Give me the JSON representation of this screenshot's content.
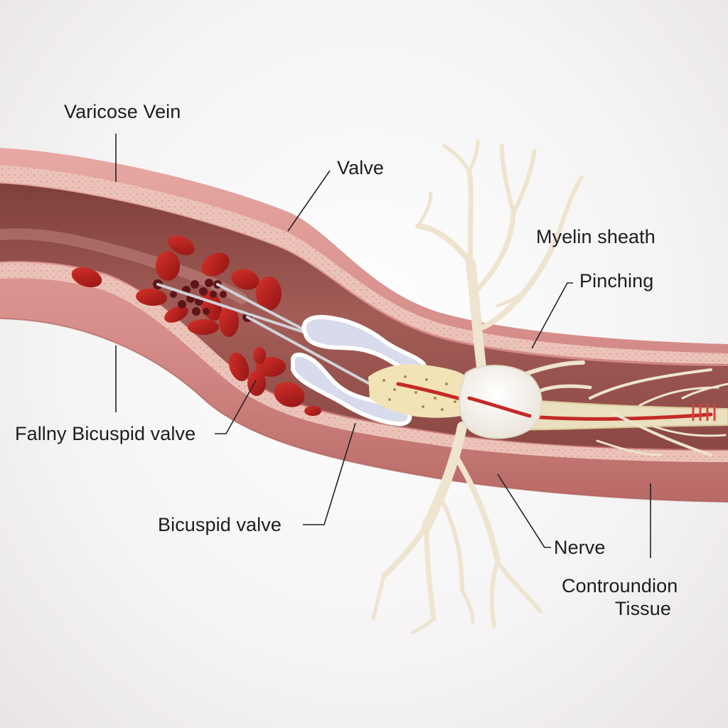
{
  "labels": {
    "varicose_vein": "Varicose Vein",
    "valve": "Valve",
    "myelin_sheath": "Myelin sheath",
    "pinching": "Pinching",
    "faulty_bicuspid_valve": "Fallny Bicuspid valve",
    "bicuspid_valve": "Bicuspid valve",
    "nerve": "Nerve",
    "connective_tissue_line1": "Controundion",
    "connective_tissue_line2": "Tissue"
  },
  "colors": {
    "background": "#f5f3f3",
    "vein_wall": "#d98f8c",
    "vein_lumen": "#9e5651",
    "vein_lining": "#ecc1b8",
    "blood_cell": "#b3201c",
    "clot": "#5e1418",
    "valve_leaflet": "#d4d8ea",
    "nerve": "#efe6d2",
    "axon": "#c42a26",
    "leader_line": "#222222"
  }
}
